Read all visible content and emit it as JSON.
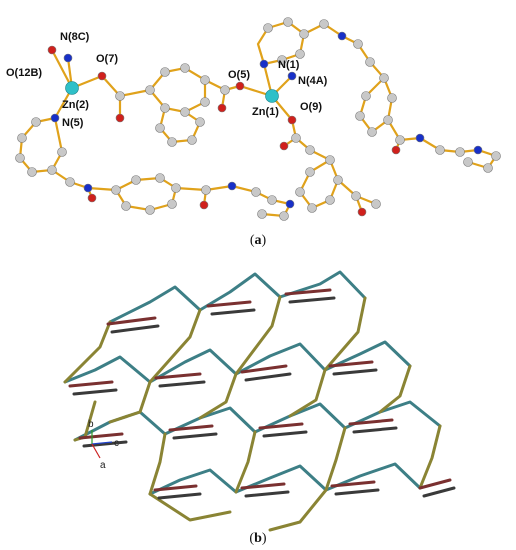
{
  "figure": {
    "panel_a": {
      "caption_letter": "a",
      "atom_labels": {
        "n8c": "N(8C)",
        "o7": "O(7)",
        "o12b": "O(12B)",
        "zn2": "Zn(2)",
        "n5": "N(5)",
        "o5": "O(5)",
        "n1": "N(1)",
        "n4a": "N(4A)",
        "zn1": "Zn(1)",
        "o9": "O(9)"
      }
    },
    "panel_b": {
      "caption_letter": "b",
      "axes": {
        "b": "b",
        "c": "c",
        "a": "a"
      }
    }
  },
  "colors": {
    "bond": "#e0a21b",
    "carbon": "#c8c8c8",
    "nitrogen": "#1830c8",
    "oxygen": "#d0201c",
    "zinc": "#2fc0c8",
    "net_teal": "#3d7f86",
    "net_olive": "#8a8434",
    "net_maroon": "#7a3030",
    "net_dark": "#3a3a3a"
  }
}
